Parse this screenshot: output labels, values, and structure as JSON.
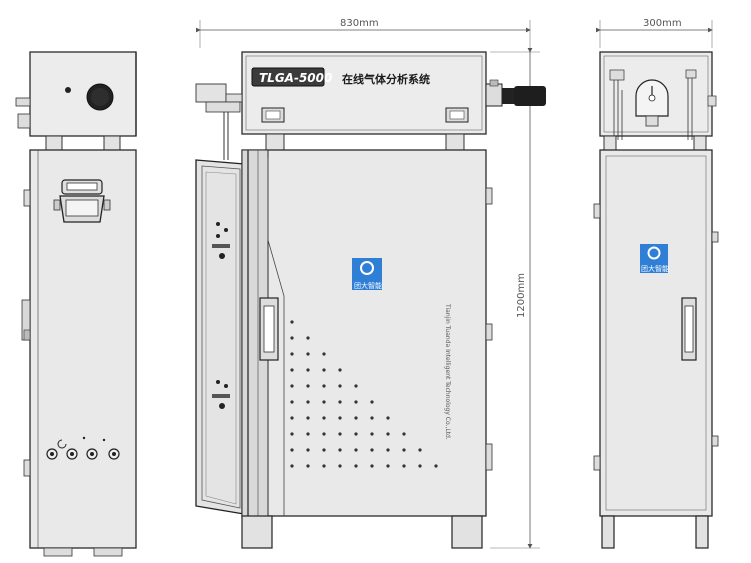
{
  "dimensions": {
    "width_label": "830mm",
    "depth_label": "300mm",
    "height_label": "1200mm"
  },
  "front_view": {
    "model_text": "TLGA-5000",
    "name_text": "在线气体分析系统",
    "logo_text": "团大智能",
    "company_text": "Tianjin Tuanda Intelligent Technology Co.,Ltd."
  },
  "side_view": {
    "logo_text": "团大智能"
  },
  "colors": {
    "cabinet": "#e9e9e9",
    "outline": "#2b2b2b",
    "logo": "#2f7fd6",
    "model_bar": "#3b3b3b"
  }
}
